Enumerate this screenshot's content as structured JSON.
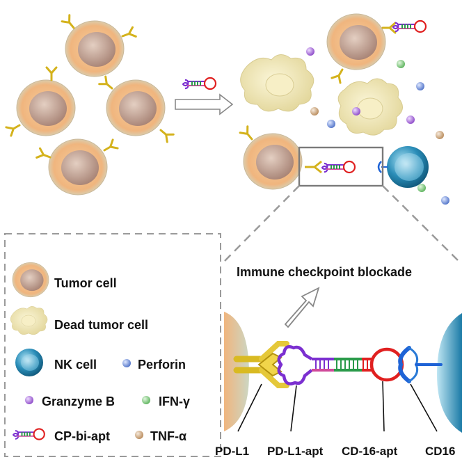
{
  "title": "Immune checkpoint blockade",
  "legend": {
    "tumor_cell": "Tumor cell",
    "dead_tumor_cell": "Dead tumor cell",
    "nk_cell": "NK cell",
    "perforin": "Perforin",
    "granzyme_b": "Granzyme B",
    "ifn_gamma": "IFN-γ",
    "cp_bi_apt": "CP-bi-apt",
    "tnf_alpha": "TNF-α"
  },
  "labels": {
    "pd_l1": "PD-L1",
    "pd_l1_apt": "PD-L1-apt",
    "cd16_apt": "CD-16-apt",
    "cd16": "CD16"
  },
  "colors": {
    "tumor": "#f0b57e",
    "nucleus": "#b9958a",
    "dead_cell": "#efe6b4",
    "nk_cell": "#2a8db8",
    "receptor": "#e0c020",
    "aptamer_loop": "#7b2fd0",
    "aptamer_ring": "#e02020",
    "cd16": "#1e63d6",
    "perforin": "#5c7fd0",
    "granzyme": "#9a5ad0",
    "ifn": "#6cc070",
    "tnf": "#c8a070"
  }
}
